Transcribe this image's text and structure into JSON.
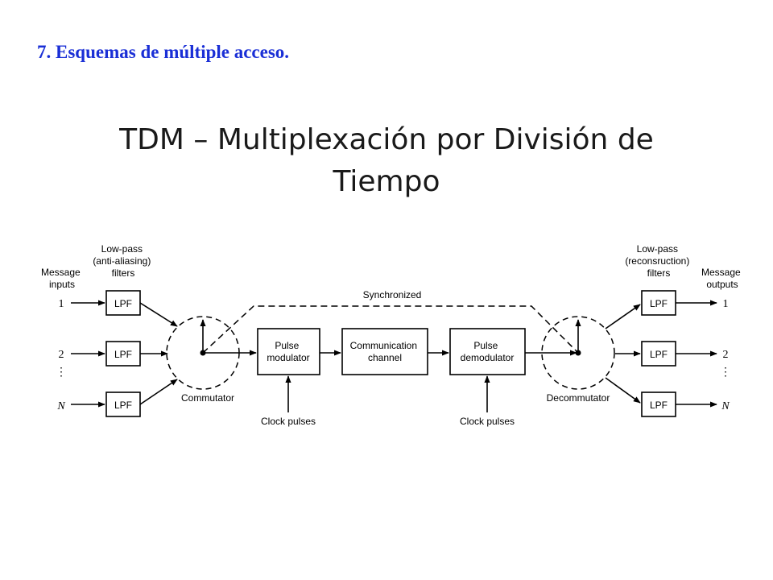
{
  "section_title": "7.  Esquemas de múltiple acceso.",
  "slide_title": {
    "line1": "TDM – Multiplexación por División de",
    "line2": "Tiempo"
  },
  "diagram": {
    "tx_filters_label": [
      "Low-pass",
      "(anti-aliasing)",
      "filters"
    ],
    "message_inputs_label": [
      "Message",
      "inputs"
    ],
    "rx_filters_label": [
      "Low-pass",
      "(reconsruction)",
      "filters"
    ],
    "message_outputs_label": [
      "Message",
      "outputs"
    ],
    "channel_labels": [
      "1",
      "2",
      "N"
    ],
    "lpf_label": "LPF",
    "synchronized_label": "Synchronized",
    "pulse_modulator": [
      "Pulse",
      "modulator"
    ],
    "communication_channel": [
      "Communication",
      "channel"
    ],
    "pulse_demodulator": [
      "Pulse",
      "demodulator"
    ],
    "clock_pulses_label": "Clock pulses",
    "commutator_label": "Commutator",
    "decommutator_label": "Decommutator"
  }
}
